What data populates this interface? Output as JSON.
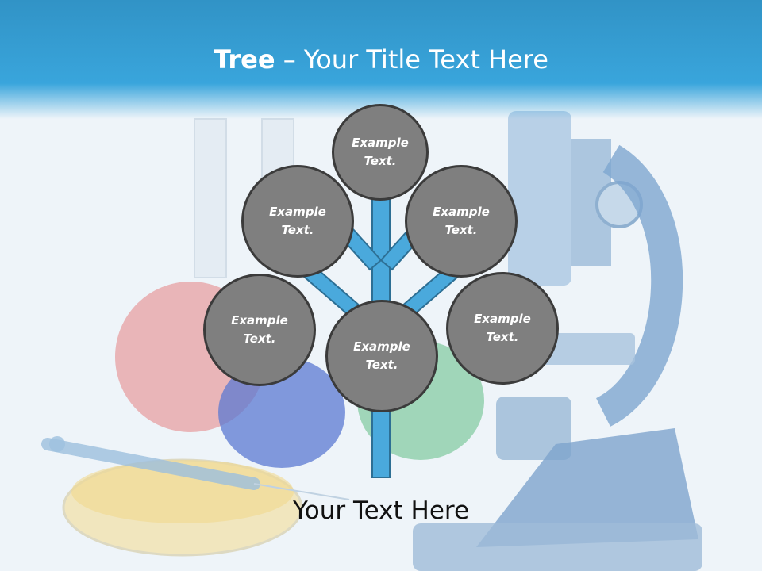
{
  "slide": {
    "title_bold": "Tree",
    "title_rest": " – Your Title Text Here",
    "bottom_text": "Your Text Here"
  },
  "circles": [
    {
      "line1": "Example",
      "line2": "Text."
    },
    {
      "line1": "Example",
      "line2": "Text."
    },
    {
      "line1": "Example",
      "line2": "Text."
    },
    {
      "line1": "Example",
      "line2": "Text."
    },
    {
      "line1": "Example",
      "line2": "Text."
    },
    {
      "line1": "Example",
      "line2": "Text."
    }
  ],
  "colors": {
    "header_blue": "#39a5dc",
    "branch_blue": "#4aa9dc",
    "circle_fill": "#7f7f7f",
    "circle_border": "#3b3b3b"
  }
}
